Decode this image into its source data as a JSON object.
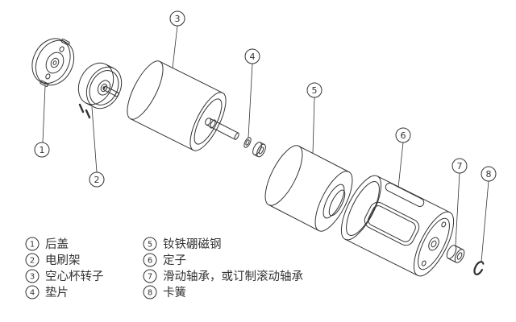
{
  "colors": {
    "line": "#333333",
    "background": "#ffffff"
  },
  "callouts": [
    {
      "num": "1"
    },
    {
      "num": "2"
    },
    {
      "num": "3"
    },
    {
      "num": "4"
    },
    {
      "num": "5"
    },
    {
      "num": "6"
    },
    {
      "num": "7"
    },
    {
      "num": "8"
    }
  ],
  "legend": [
    {
      "num": "1",
      "label": "后盖"
    },
    {
      "num": "2",
      "label": "电刷架"
    },
    {
      "num": "3",
      "label": "空心杯转子"
    },
    {
      "num": "4",
      "label": "垫片"
    },
    {
      "num": "5",
      "label": "钕铁硼磁钢"
    },
    {
      "num": "6",
      "label": "定子"
    },
    {
      "num": "7",
      "label": "滑动轴承，或订制滚动轴承"
    },
    {
      "num": "8",
      "label": "卡簧"
    }
  ]
}
